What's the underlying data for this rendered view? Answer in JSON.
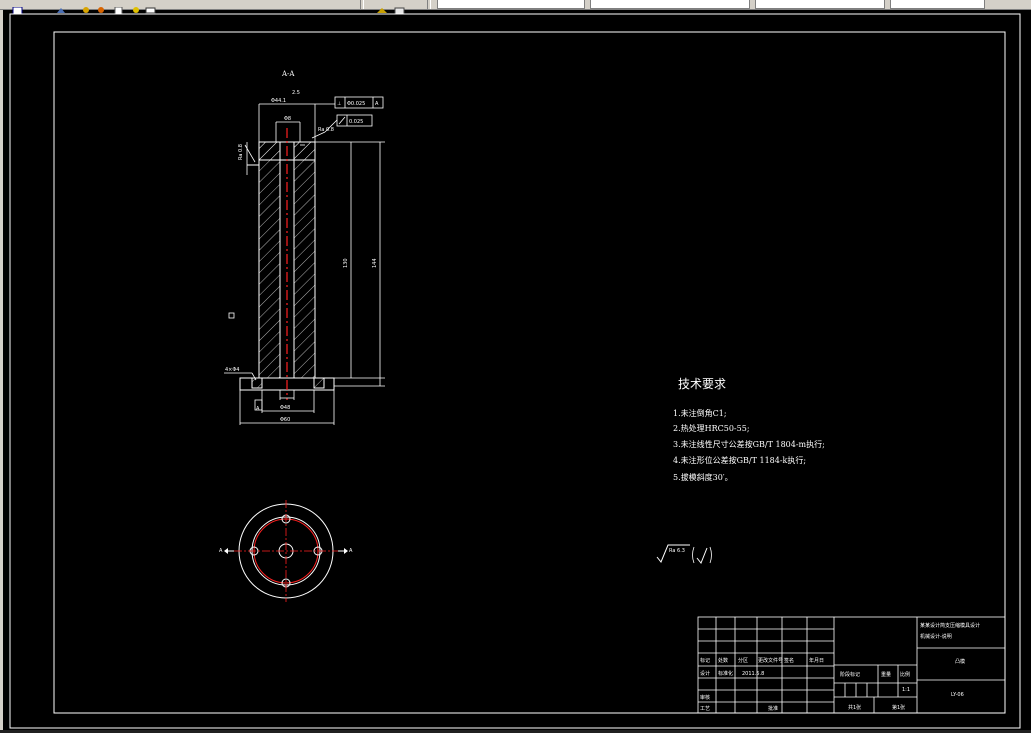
{
  "toolbar": {
    "field1": "",
    "field2": "",
    "field3": "",
    "field4": ""
  },
  "drawing": {
    "section_label": "A-A",
    "view_mark": "A",
    "tech_title": "技术要求",
    "requirements": [
      "1.未注倒角C1;",
      "2.热处理HRC50-55;",
      "3.未注线性尺寸公差按GB/T 1804-m执行;",
      "4.未注形位公差按GB/T 1184-k执行;",
      "5.拔模斜度30′。"
    ],
    "roughness_general": "Ra 6.3",
    "tolerance_perp": "⊥",
    "tolerance_perp_value": "Φ0.025",
    "tolerance_datum": "A",
    "tolerance_flat_value": "0.025",
    "ra_top": "Ra 0.8",
    "ra_left": "Ra 0.8",
    "dim_top": "Φ44.1",
    "dim_total_h": "144",
    "dim_inner_h": "130",
    "dim_bottom1": "Φ48",
    "dim_bottom2": "Φ60",
    "dim_hole": "4×Φ4",
    "dim_inner": "Φ8",
    "dim_side": "2.5"
  },
  "title_block": {
    "project_line1": "某某设计简支压缩模具设计",
    "project_line2": "机械设计-说明",
    "part_name": "凸模",
    "drawing_no": "LY-06",
    "scale": "1:1",
    "row_labels": [
      "标记",
      "处数",
      "分区",
      "更改文件号",
      "签名",
      "年月日"
    ],
    "designer": "设计",
    "standardization": "标准化",
    "date": "2011.5.8",
    "reviewer": "审核",
    "process": "工艺",
    "approve": "批准",
    "stage_mark": "阶段标记",
    "weight": "重量",
    "ratio": "比例",
    "sheets": "共1张",
    "sheet_no": "第1张"
  }
}
